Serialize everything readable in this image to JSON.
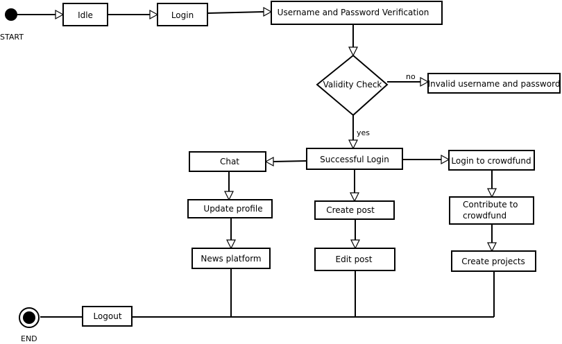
{
  "labels": {
    "start": "START",
    "end": "END",
    "no": "no",
    "yes": "yes"
  },
  "nodes": {
    "idle": "Idle",
    "login": "Login",
    "verification": "Username and Password Verification",
    "validity": "Validity Check",
    "invalid": "Invalid username and password",
    "success": "Successful Login",
    "chat": "Chat",
    "update_profile": "Update profile",
    "news": "News platform",
    "create_post": "Create post",
    "edit_post": "Edit post",
    "crowdfund_login": "Login to crowdfund",
    "contribute_1": "Contribute to",
    "contribute_2": "crowdfund",
    "create_projects": "Create projects",
    "logout": "Logout"
  }
}
